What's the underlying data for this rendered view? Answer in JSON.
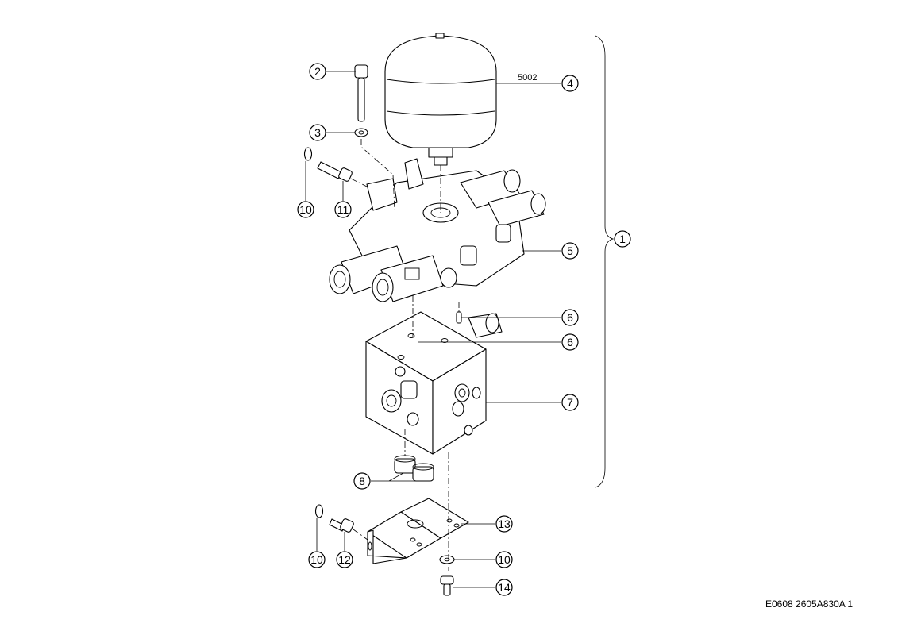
{
  "callouts": {
    "c1": "1",
    "c2": "2",
    "c3": "3",
    "c4": "4",
    "c5": "5",
    "c6a": "6",
    "c6b": "6",
    "c7": "7",
    "c8": "8",
    "c10a": "10",
    "c10b": "10",
    "c10c": "10",
    "c11": "11",
    "c12": "12",
    "c13": "13",
    "c14": "14"
  },
  "part_code_4": "5002",
  "reference_code": "E0608 2605A830A 1"
}
